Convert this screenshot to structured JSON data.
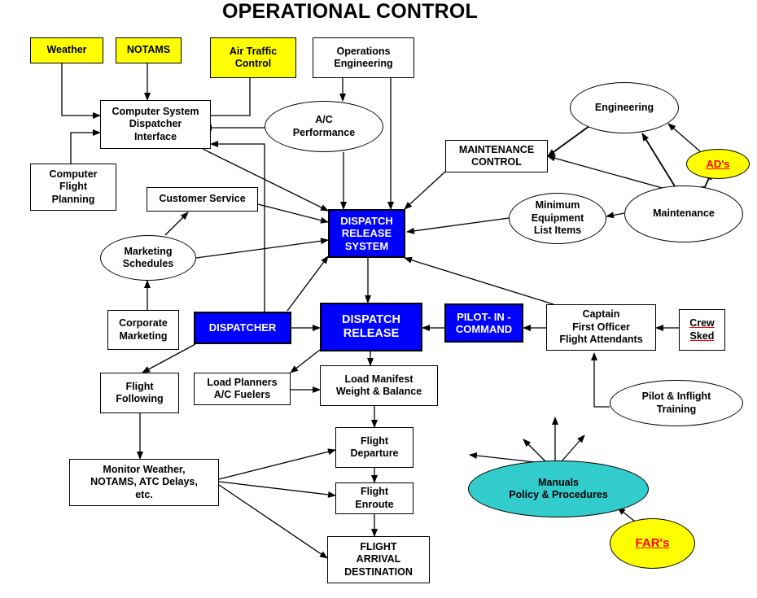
{
  "title": "OPERATIONAL CONTROL",
  "nodes": {
    "weather": "Weather",
    "notams": "NOTAMS",
    "air_traffic_control": "Air Traffic\nControl",
    "operations_engineering": "Operations\nEngineering",
    "computer_system": "Computer System\nDispatcher\nInterface",
    "ac_performance": "A/C\nPerformance",
    "engineering": "Engineering",
    "ads": "AD's",
    "maintenance_control": "MAINTENANCE\nCONTROL",
    "computer_flight_planning": "Computer\nFlight\nPlanning",
    "customer_service": "Customer Service",
    "dispatch_release_system": "DISPATCH\nRELEASE\nSYSTEM",
    "minimum_equipment": "Minimum\nEquipment\nList Items",
    "maintenance": "Maintenance",
    "marketing_schedules": "Marketing\nSchedules",
    "corporate_marketing": "Corporate\nMarketing",
    "dispatcher": "DISPATCHER",
    "dispatch_release": "DISPATCH\nRELEASE",
    "pilot_in_command": "PILOT- IN -\nCOMMAND",
    "captain_crew": "Captain\nFirst Officer\nFlight Attendants",
    "crew_sked": "Crew\nSked",
    "flight_following": "Flight\nFollowing",
    "load_planners": "Load Planners\nA/C Fuelers",
    "load_manifest": "Load Manifest\nWeight & Balance",
    "pilot_inflight_training": "Pilot & Inflight\nTraining",
    "flight_departure": "Flight\nDeparture",
    "monitor_weather": "Monitor Weather,\nNOTAMS, ATC Delays,\netc.",
    "manuals": "Manuals\nPolicy & Procedures",
    "flight_enroute": "Flight\nEnroute",
    "fars": "FAR's",
    "flight_arrival": "FLIGHT\nARRIVAL\nDESTINATION"
  },
  "colors": {
    "external_input": "#ffff00",
    "dispatch_core": "#0000ff",
    "manuals": "#33cccc",
    "regulation_text": "#ff0000"
  }
}
